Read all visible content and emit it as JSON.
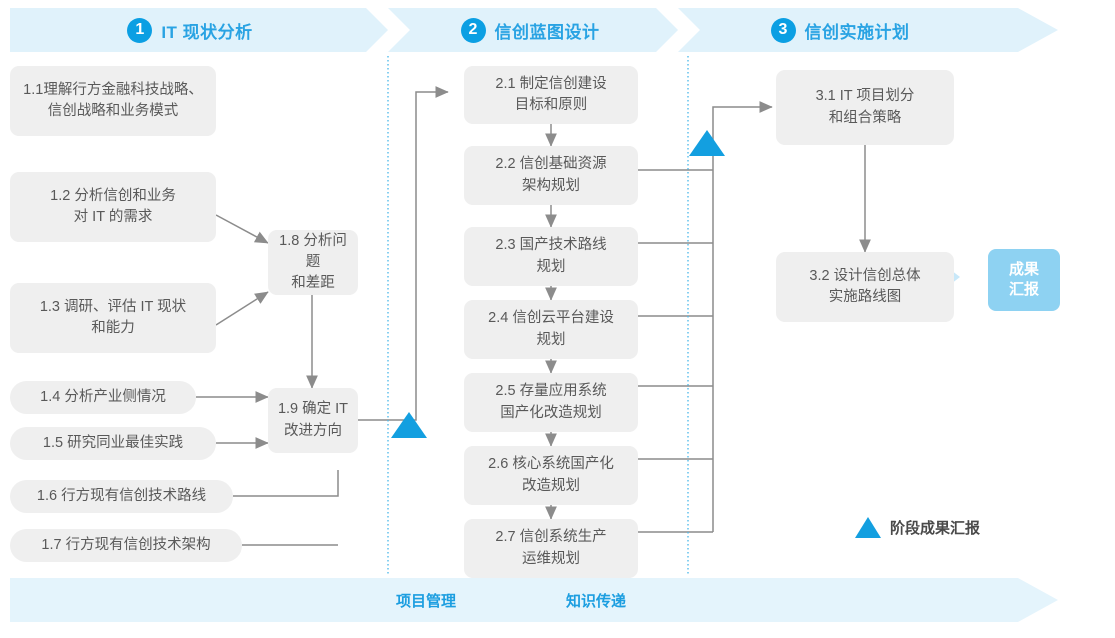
{
  "phases": [
    {
      "num": "1",
      "label": "IT 现状分析"
    },
    {
      "num": "2",
      "label": "信创蓝图设计"
    },
    {
      "num": "3",
      "label": "信创实施计划"
    }
  ],
  "phase1_nodes": [
    {
      "id": "1.1",
      "text": "1.1理解行方金融科技战略、\n信创战略和业务模式"
    },
    {
      "id": "1.2",
      "text": "1.2 分析信创和业务\n对 IT 的需求"
    },
    {
      "id": "1.3",
      "text": "1.3 调研、评估 IT 现状\n和能力"
    },
    {
      "id": "1.4",
      "text": "1.4 分析产业侧情况"
    },
    {
      "id": "1.5",
      "text": "1.5 研究同业最佳实践"
    },
    {
      "id": "1.6",
      "text": "1.6 行方现有信创技术路线"
    },
    {
      "id": "1.7",
      "text": "1.7 行方现有信创技术架构"
    },
    {
      "id": "1.8",
      "text": "1.8 分析问题\n和差距"
    },
    {
      "id": "1.9",
      "text": "1.9 确定 IT\n改进方向"
    }
  ],
  "phase2_nodes": [
    {
      "id": "2.1",
      "text": "2.1 制定信创建设\n目标和原则"
    },
    {
      "id": "2.2",
      "text": "2.2 信创基础资源\n架构规划"
    },
    {
      "id": "2.3",
      "text": "2.3 国产技术路线\n规划"
    },
    {
      "id": "2.4",
      "text": "2.4 信创云平台建设\n规划"
    },
    {
      "id": "2.5",
      "text": "2.5 存量应用系统\n国产化改造规划"
    },
    {
      "id": "2.6",
      "text": "2.6 核心系统国产化\n改造规划"
    },
    {
      "id": "2.7",
      "text": "2.7 信创系统生产\n运维规划"
    }
  ],
  "phase3_nodes": [
    {
      "id": "3.1",
      "text": "3.1 IT 项目划分\n和组合策略"
    },
    {
      "id": "3.2",
      "text": "3.2 设计信创总体\n实施路线图"
    }
  ],
  "result_badge": {
    "text": "成果\n汇报"
  },
  "legend": {
    "text": "阶段成果汇报",
    "marker": "triangle-up-icon"
  },
  "footer": {
    "project_management": "项目管理",
    "knowledge_transfer": "知识传递"
  },
  "colors": {
    "banner": "#e0f2fb",
    "footer_banner": "#e4f4fc",
    "accent_blue": "#29a3e3",
    "badge_blue": "#8ed2f2",
    "marker_blue": "#139fe0",
    "node_gray": "#efefef",
    "text_gray": "#595959",
    "wire_gray": "#8c8c8c",
    "divider_blue": "#4db8ea"
  }
}
